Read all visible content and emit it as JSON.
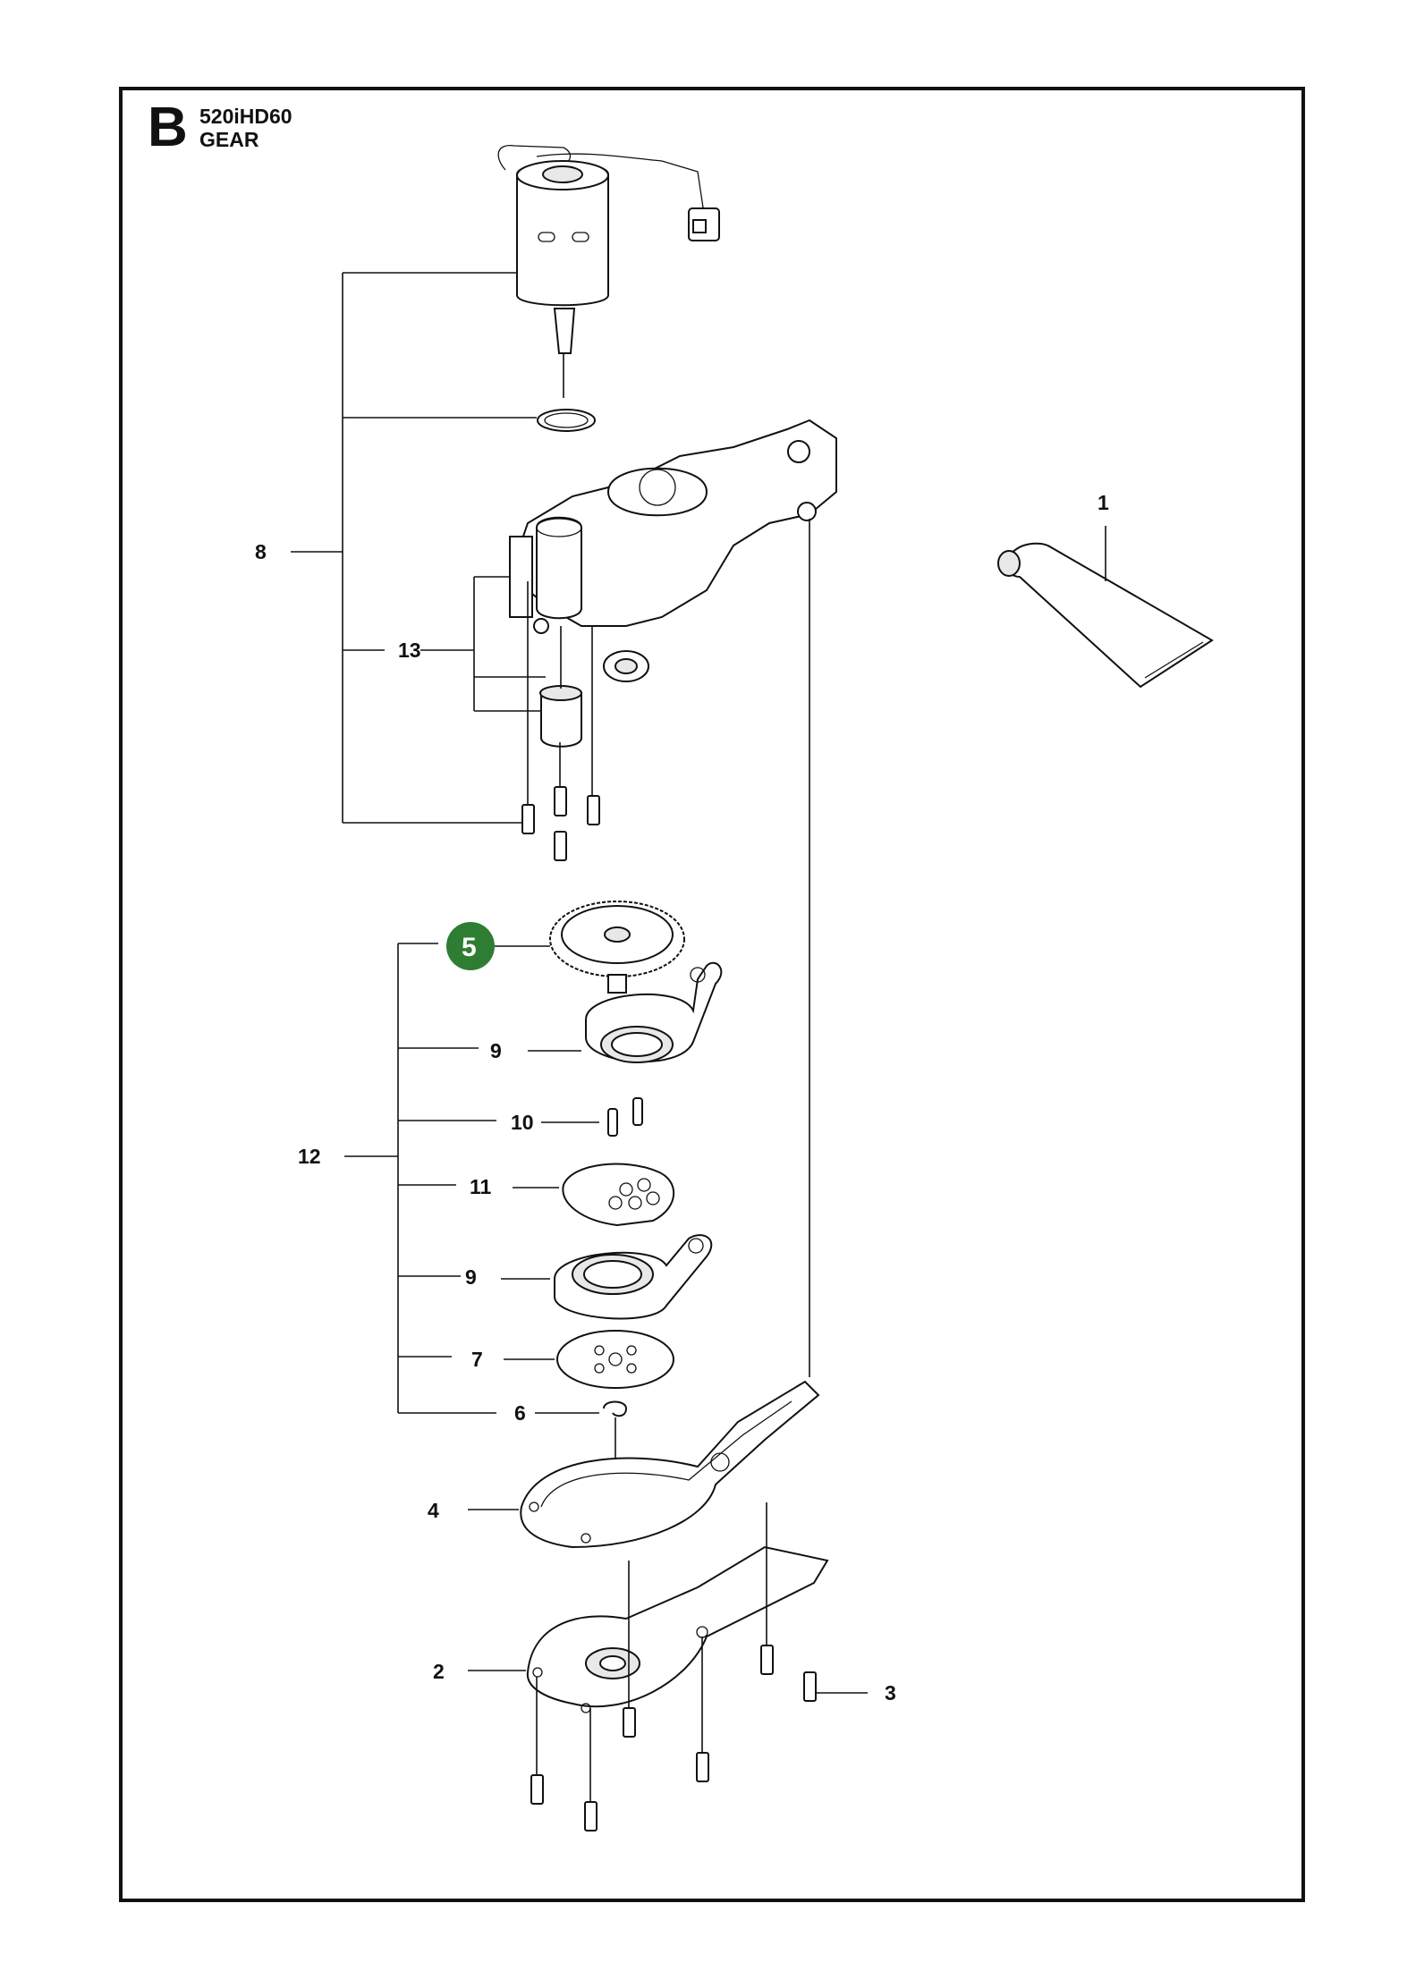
{
  "header": {
    "section": "B",
    "model": "520iHD60",
    "group": "GEAR"
  },
  "highlight_color": "#2e7d32",
  "callouts": [
    {
      "id": "1",
      "label": "1"
    },
    {
      "id": "2",
      "label": "2"
    },
    {
      "id": "3",
      "label": "3"
    },
    {
      "id": "4",
      "label": "4"
    },
    {
      "id": "5",
      "label": "5",
      "highlighted": true
    },
    {
      "id": "6",
      "label": "6"
    },
    {
      "id": "7",
      "label": "7"
    },
    {
      "id": "8",
      "label": "8"
    },
    {
      "id": "9a",
      "label": "9"
    },
    {
      "id": "9b",
      "label": "9"
    },
    {
      "id": "10",
      "label": "10"
    },
    {
      "id": "11",
      "label": "11"
    },
    {
      "id": "12",
      "label": "12"
    },
    {
      "id": "13",
      "label": "13"
    }
  ]
}
